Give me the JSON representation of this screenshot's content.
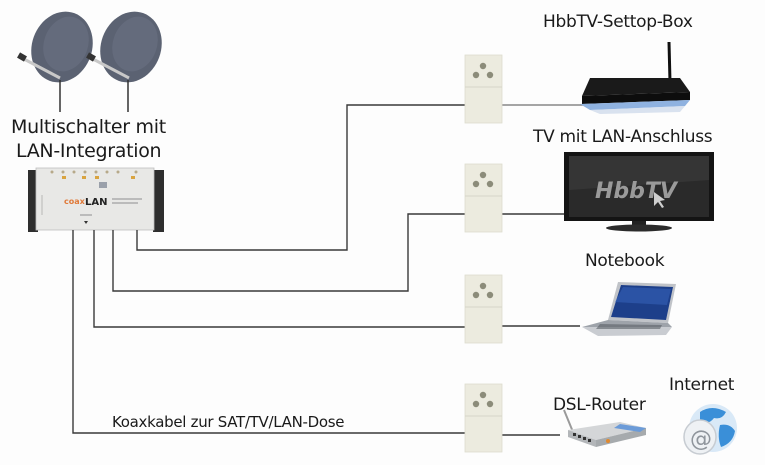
{
  "labels": {
    "multiswitch_line1": "Multischalter mit",
    "multiswitch_line2": "LAN-Integration",
    "multiswitch_brand_prefix": "coax",
    "multiswitch_brand_suffix": "LAN",
    "settop_box": "HbbTV-Settop-Box",
    "tv": "TV mit LAN-Anschluss",
    "tv_screen_text": "HbbTV",
    "notebook": "Notebook",
    "router": "DSL-Router",
    "internet": "Internet",
    "coax_cable": "Koaxkabel zur SAT/TV/LAN-Dose"
  },
  "colors": {
    "dish": "#5a6070",
    "wire": "#3a3a3a",
    "socket": "#ecebdf",
    "brand_orange": "#e07a3a",
    "screen": "#1c1c1c",
    "globe": "#3a8fd8"
  }
}
